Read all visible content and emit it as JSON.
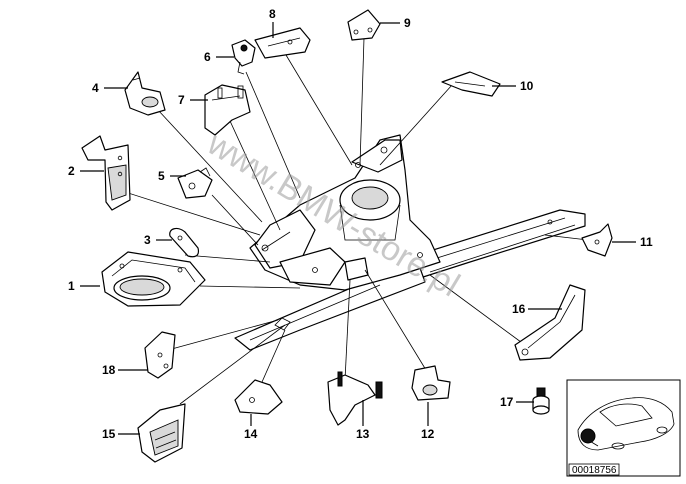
{
  "watermark": "www.BMW-store.pl",
  "diagram_code": "00018756",
  "callouts": [
    {
      "id": "1",
      "label": "1"
    },
    {
      "id": "2",
      "label": "2"
    },
    {
      "id": "3",
      "label": "3"
    },
    {
      "id": "4",
      "label": "4"
    },
    {
      "id": "5",
      "label": "5"
    },
    {
      "id": "6",
      "label": "6"
    },
    {
      "id": "7",
      "label": "7"
    },
    {
      "id": "8",
      "label": "8"
    },
    {
      "id": "9",
      "label": "9"
    },
    {
      "id": "10",
      "label": "10"
    },
    {
      "id": "11",
      "label": "11"
    },
    {
      "id": "12",
      "label": "12"
    },
    {
      "id": "13",
      "label": "13"
    },
    {
      "id": "14",
      "label": "14"
    },
    {
      "id": "15",
      "label": "15"
    },
    {
      "id": "16",
      "label": "16"
    },
    {
      "id": "17",
      "label": "17"
    },
    {
      "id": "18",
      "label": "18"
    }
  ]
}
